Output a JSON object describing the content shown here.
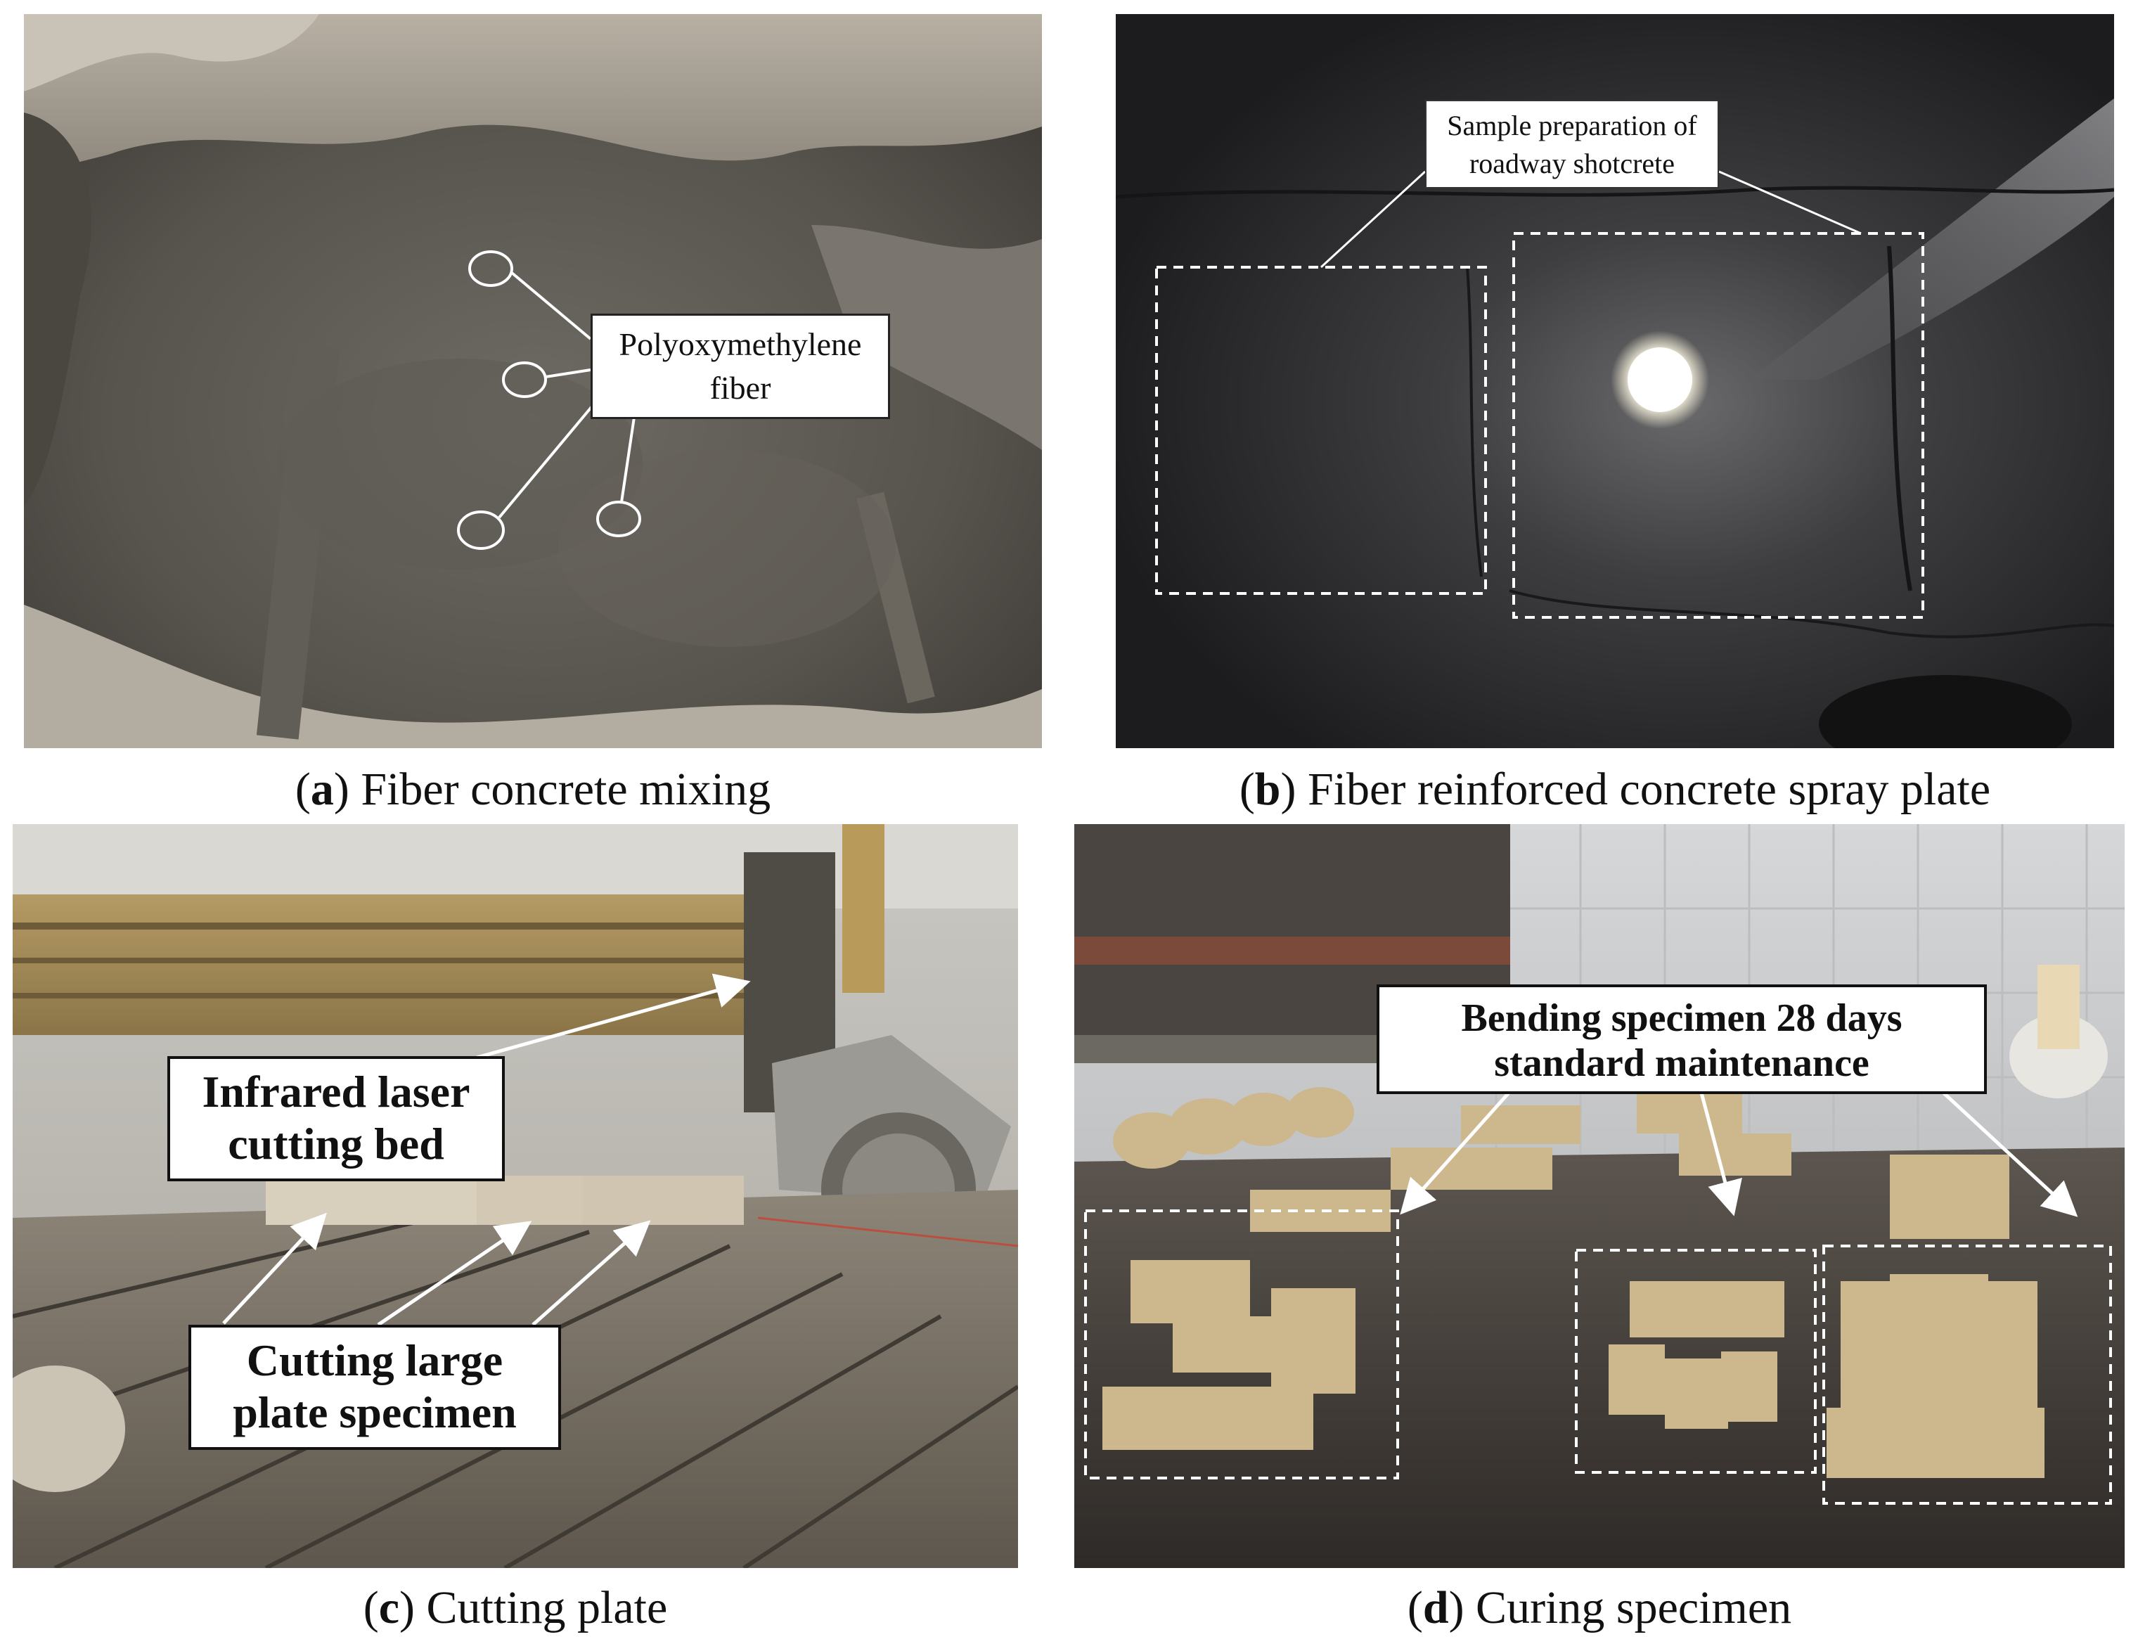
{
  "panels": {
    "a": {
      "caption_letter": "a",
      "caption_text": " Fiber concrete mixing",
      "label_lines": [
        "Polyoxymethylene",
        "fiber"
      ]
    },
    "b": {
      "caption_letter": "b",
      "caption_text": " Fiber reinforced concrete spray plate",
      "label_lines": [
        "Sample preparation of",
        "roadway shotcrete"
      ]
    },
    "c": {
      "caption_letter": "c",
      "caption_text": " Cutting plate",
      "label_top_lines": [
        "Infrared laser",
        "cutting bed"
      ],
      "label_bottom_lines": [
        "Cutting large",
        "plate specimen"
      ]
    },
    "d": {
      "caption_letter": "d",
      "caption_text": " Curing specimen",
      "label_lines": [
        "Bending specimen 28 days",
        "standard maintenance"
      ]
    }
  },
  "colors": {
    "annotation_line": "#ffffff",
    "label_bg": "#ffffff",
    "dashed_box": "#ffffff"
  }
}
